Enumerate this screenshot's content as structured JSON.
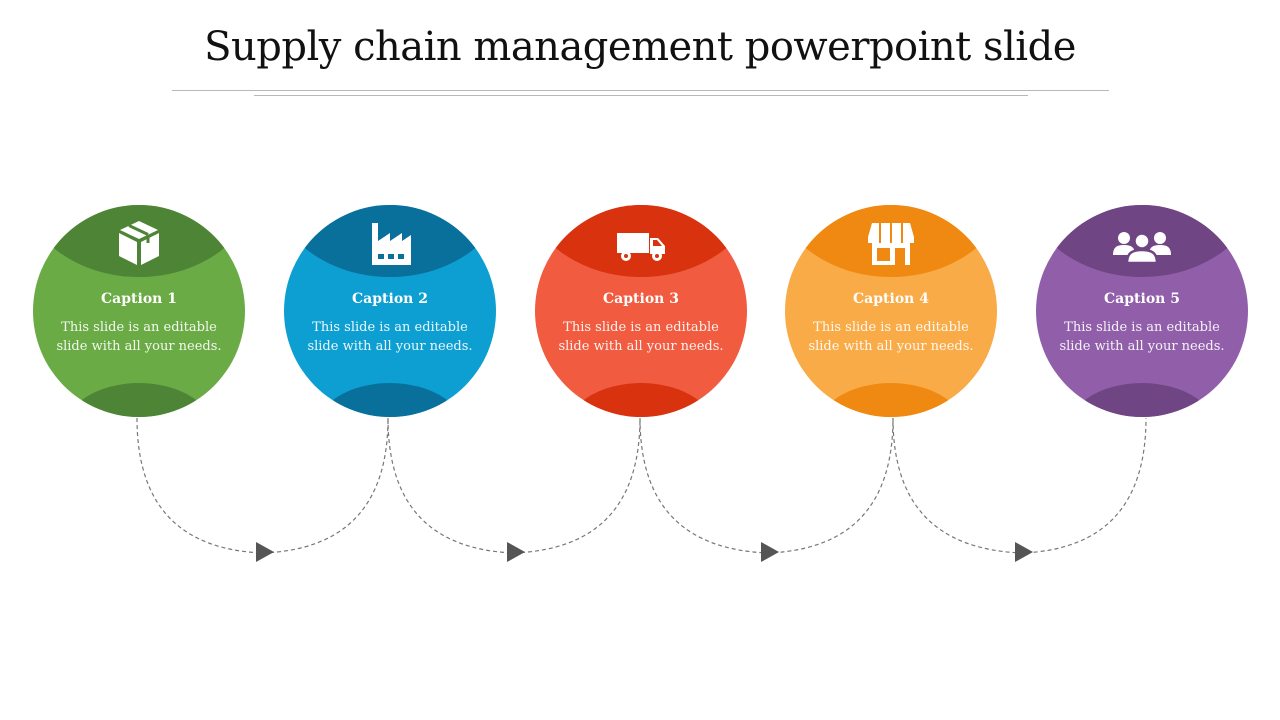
{
  "title": "Supply chain management powerpoint slide",
  "steps": [
    {
      "caption": "Caption 1",
      "text": "This slide is an editable slide with all your needs.",
      "icon": "box-icon",
      "color": "#6aab45",
      "dark": "#4e8436"
    },
    {
      "caption": "Caption 2",
      "text": "This slide is an editable slide with all your needs.",
      "icon": "factory-icon",
      "color": "#0d9fd1",
      "dark": "#08709b"
    },
    {
      "caption": "Caption 3",
      "text": "This slide is an editable slide with all your needs.",
      "icon": "truck-icon",
      "color": "#f15b3f",
      "dark": "#d8320f"
    },
    {
      "caption": "Caption 4",
      "text": "This slide is an editable slide with all your needs.",
      "icon": "storefront-icon",
      "color": "#f9ab47",
      "dark": "#ef8911"
    },
    {
      "caption": "Caption 5",
      "text": "This slide is an editable slide with all your needs.",
      "icon": "users-icon",
      "color": "#915faa",
      "dark": "#6f4584"
    }
  ]
}
